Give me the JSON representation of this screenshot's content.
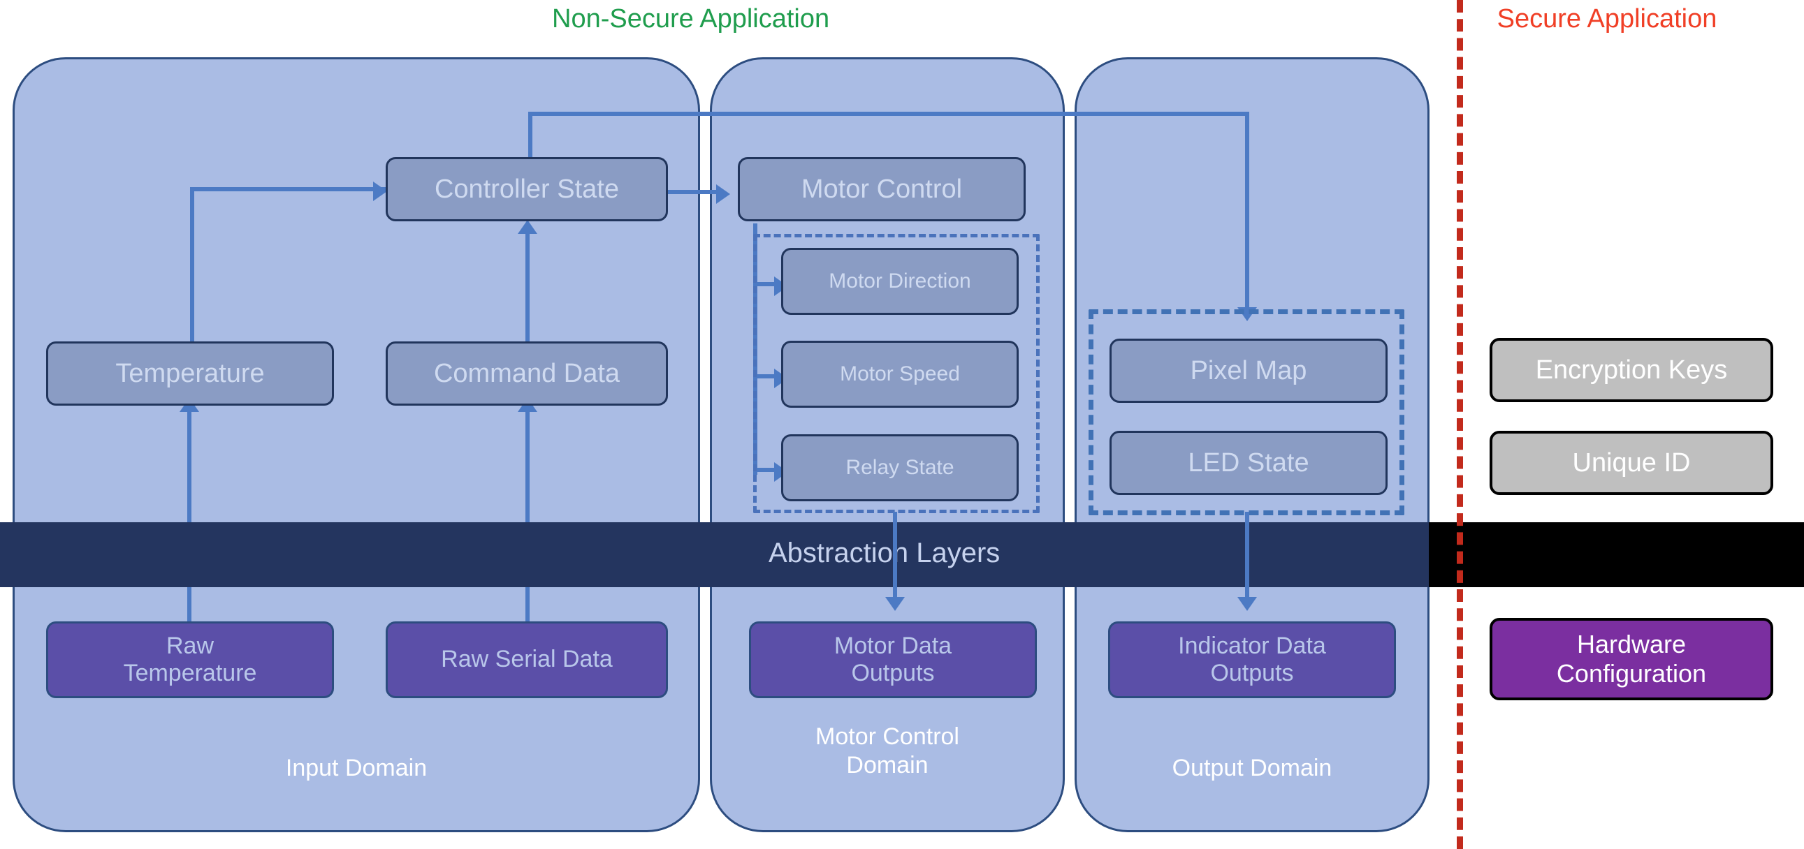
{
  "headers": {
    "nonsecure": "Non-Secure Application",
    "secure": "Secure Application"
  },
  "colors": {
    "nonsecure_header": "#1f9d4d",
    "secure_header": "#f03f26",
    "domain_fill": "#aabce4",
    "domain_border": "#2d4d80",
    "node_fill": "#8a9cc4",
    "node_text": "#cfdaf0",
    "raw_fill": "#5b4fa8",
    "band_navy": "#24355f",
    "band_black": "#000000",
    "secure_divider": "#c22a1c",
    "secure_node_fill": "#bfbfbf",
    "hardware_fill": "#7b2fa0",
    "connector": "#4c7ac4"
  },
  "abstraction_band": {
    "label": "Abstraction Layers"
  },
  "domains": [
    {
      "id": "input",
      "label": "Input Domain",
      "nodes": [
        {
          "id": "temperature",
          "label": "Temperature"
        },
        {
          "id": "command-data",
          "label": "Command Data"
        },
        {
          "id": "controller-state",
          "label": "Controller State"
        }
      ],
      "raw_nodes": [
        {
          "id": "raw-temperature",
          "label": "Raw\nTemperature"
        },
        {
          "id": "raw-serial-data",
          "label": "Raw Serial Data"
        }
      ]
    },
    {
      "id": "motor-control",
      "label": "Motor Control\nDomain",
      "nodes": [
        {
          "id": "motor-control",
          "label": "Motor Control"
        },
        {
          "id": "motor-direction",
          "label": "Motor Direction"
        },
        {
          "id": "motor-speed",
          "label": "Motor Speed"
        },
        {
          "id": "relay-state",
          "label": "Relay State"
        }
      ],
      "raw_nodes": [
        {
          "id": "motor-data-outputs",
          "label": "Motor Data\nOutputs"
        }
      ]
    },
    {
      "id": "output",
      "label": "Output Domain",
      "nodes": [
        {
          "id": "pixel-map",
          "label": "Pixel Map"
        },
        {
          "id": "led-state",
          "label": "LED State"
        }
      ],
      "raw_nodes": [
        {
          "id": "indicator-data-outputs",
          "label": "Indicator Data\nOutputs"
        }
      ]
    }
  ],
  "secure": {
    "nodes": [
      {
        "id": "encryption-keys",
        "label": "Encryption Keys"
      },
      {
        "id": "unique-id",
        "label": "Unique ID"
      }
    ],
    "hardware": {
      "id": "hardware-configuration",
      "label": "Hardware\nConfiguration"
    }
  }
}
